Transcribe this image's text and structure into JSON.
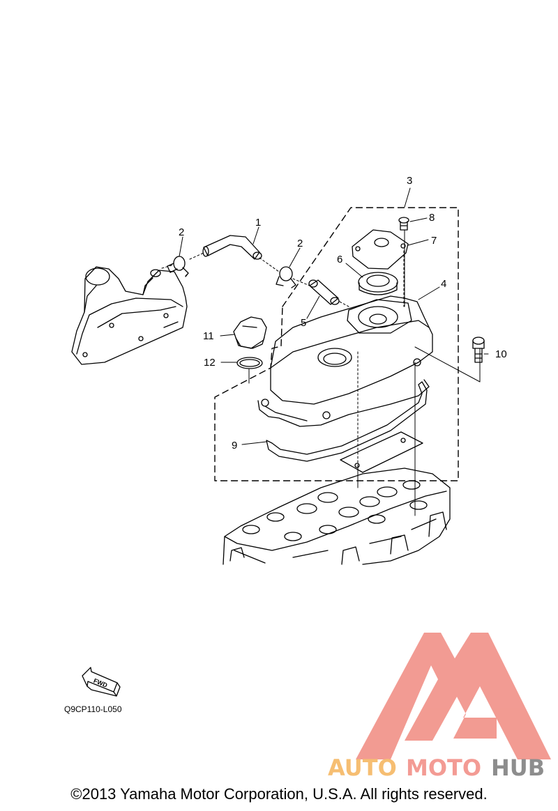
{
  "diagram": {
    "callouts": [
      {
        "id": "1",
        "text": "1"
      },
      {
        "id": "2a",
        "text": "2"
      },
      {
        "id": "2b",
        "text": "2"
      },
      {
        "id": "3",
        "text": "3"
      },
      {
        "id": "4",
        "text": "4"
      },
      {
        "id": "5",
        "text": "5"
      },
      {
        "id": "6",
        "text": "6"
      },
      {
        "id": "7",
        "text": "7"
      },
      {
        "id": "8",
        "text": "8"
      },
      {
        "id": "9",
        "text": "9"
      },
      {
        "id": "10",
        "text": "10"
      },
      {
        "id": "11",
        "text": "11"
      },
      {
        "id": "12",
        "text": "12"
      }
    ],
    "fwd_label": "FWD",
    "diagram_code": "Q9CP110-L050"
  },
  "watermark": {
    "brand_a": "AUTO",
    "brand_b": "MOTO",
    "brand_c": "HUB",
    "colors": {
      "triangle": "#f08a80",
      "auto": "#f5b35a",
      "moto": "#f28a82",
      "hub": "#7a7a7a"
    }
  },
  "footer": {
    "copyright": "©2013 Yamaha Motor Corporation, U.S.A. All rights reserved."
  }
}
